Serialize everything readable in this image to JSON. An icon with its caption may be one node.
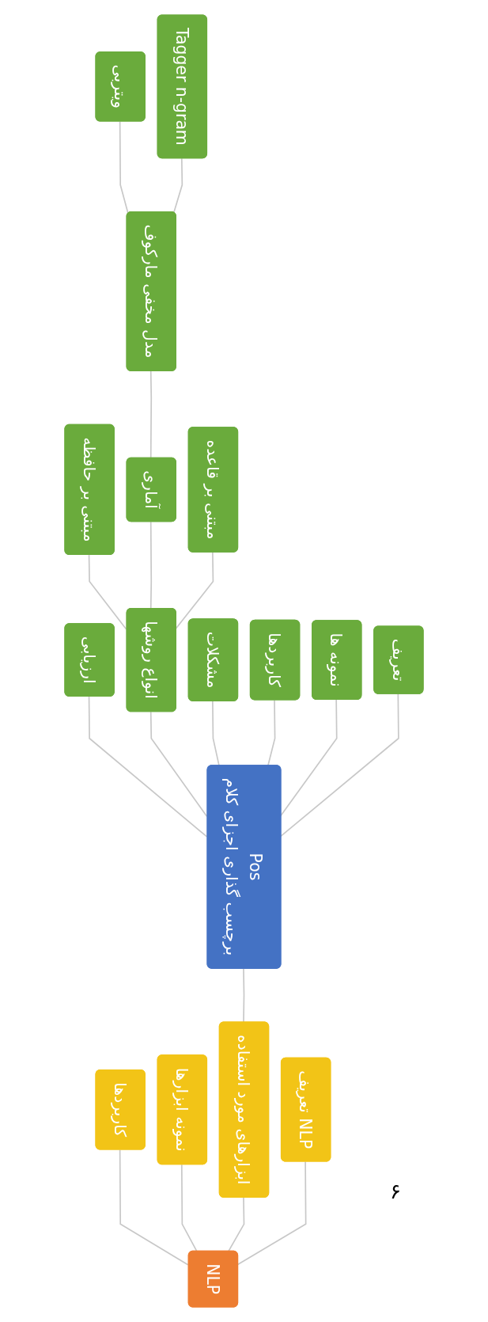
{
  "diagram": {
    "nodes": [
      {
        "text": [
          "NLP"
        ]
      },
      {
        "text": [
          "تعریف NLP"
        ]
      },
      {
        "text": [
          "ابزارهای مورد استفاده"
        ]
      },
      {
        "text": [
          "نمونه ابزارها"
        ]
      },
      {
        "text": [
          "کاربردها"
        ]
      },
      {
        "text": [
          "Pos",
          "برچسب گذاری اجزای کلام"
        ]
      },
      {
        "text": [
          "تعریف"
        ]
      },
      {
        "text": [
          "نمونه ها"
        ]
      },
      {
        "text": [
          "کاربردها"
        ]
      },
      {
        "text": [
          "مشکلات"
        ]
      },
      {
        "text": [
          "انواع روشها"
        ]
      },
      {
        "text": [
          "ارزیابی"
        ]
      },
      {
        "text": [
          "مبتنی بر قاعده"
        ]
      },
      {
        "text": [
          "آماری"
        ]
      },
      {
        "text": [
          "مبتنی بر حافظه"
        ]
      },
      {
        "text": [
          "مدل مخفی مارکوف"
        ]
      },
      {
        "text": [
          "Tagger n-gram"
        ]
      },
      {
        "text": [
          "ویتربی"
        ]
      }
    ],
    "edges": [
      {
        "from": 0,
        "to": 1,
        "arrow": "none"
      },
      {
        "from": 0,
        "to": 2,
        "arrow": "none"
      },
      {
        "from": 0,
        "to": 3,
        "arrow": "none"
      },
      {
        "from": 0,
        "to": 4,
        "arrow": "none"
      },
      {
        "from": 2,
        "to": 5,
        "arrow": "none"
      },
      {
        "from": 5,
        "to": 6,
        "arrow": "none"
      },
      {
        "from": 5,
        "to": 7,
        "arrow": "none"
      },
      {
        "from": 5,
        "to": 8,
        "arrow": "none"
      },
      {
        "from": 5,
        "to": 9,
        "arrow": "none"
      },
      {
        "from": 5,
        "to": 10,
        "arrow": "none"
      },
      {
        "from": 5,
        "to": 11,
        "arrow": "none"
      },
      {
        "from": 10,
        "to": 12,
        "arrow": "none"
      },
      {
        "from": 10,
        "to": 13,
        "arrow": "none"
      },
      {
        "from": 10,
        "to": 14,
        "arrow": "none"
      },
      {
        "from": 13,
        "to": 15,
        "arrow": "none"
      },
      {
        "from": 15,
        "to": 16,
        "arrow": "none"
      },
      {
        "from": 15,
        "to": 17,
        "arrow": "none"
      }
    ],
    "labels": [
      "۶"
    ]
  }
}
